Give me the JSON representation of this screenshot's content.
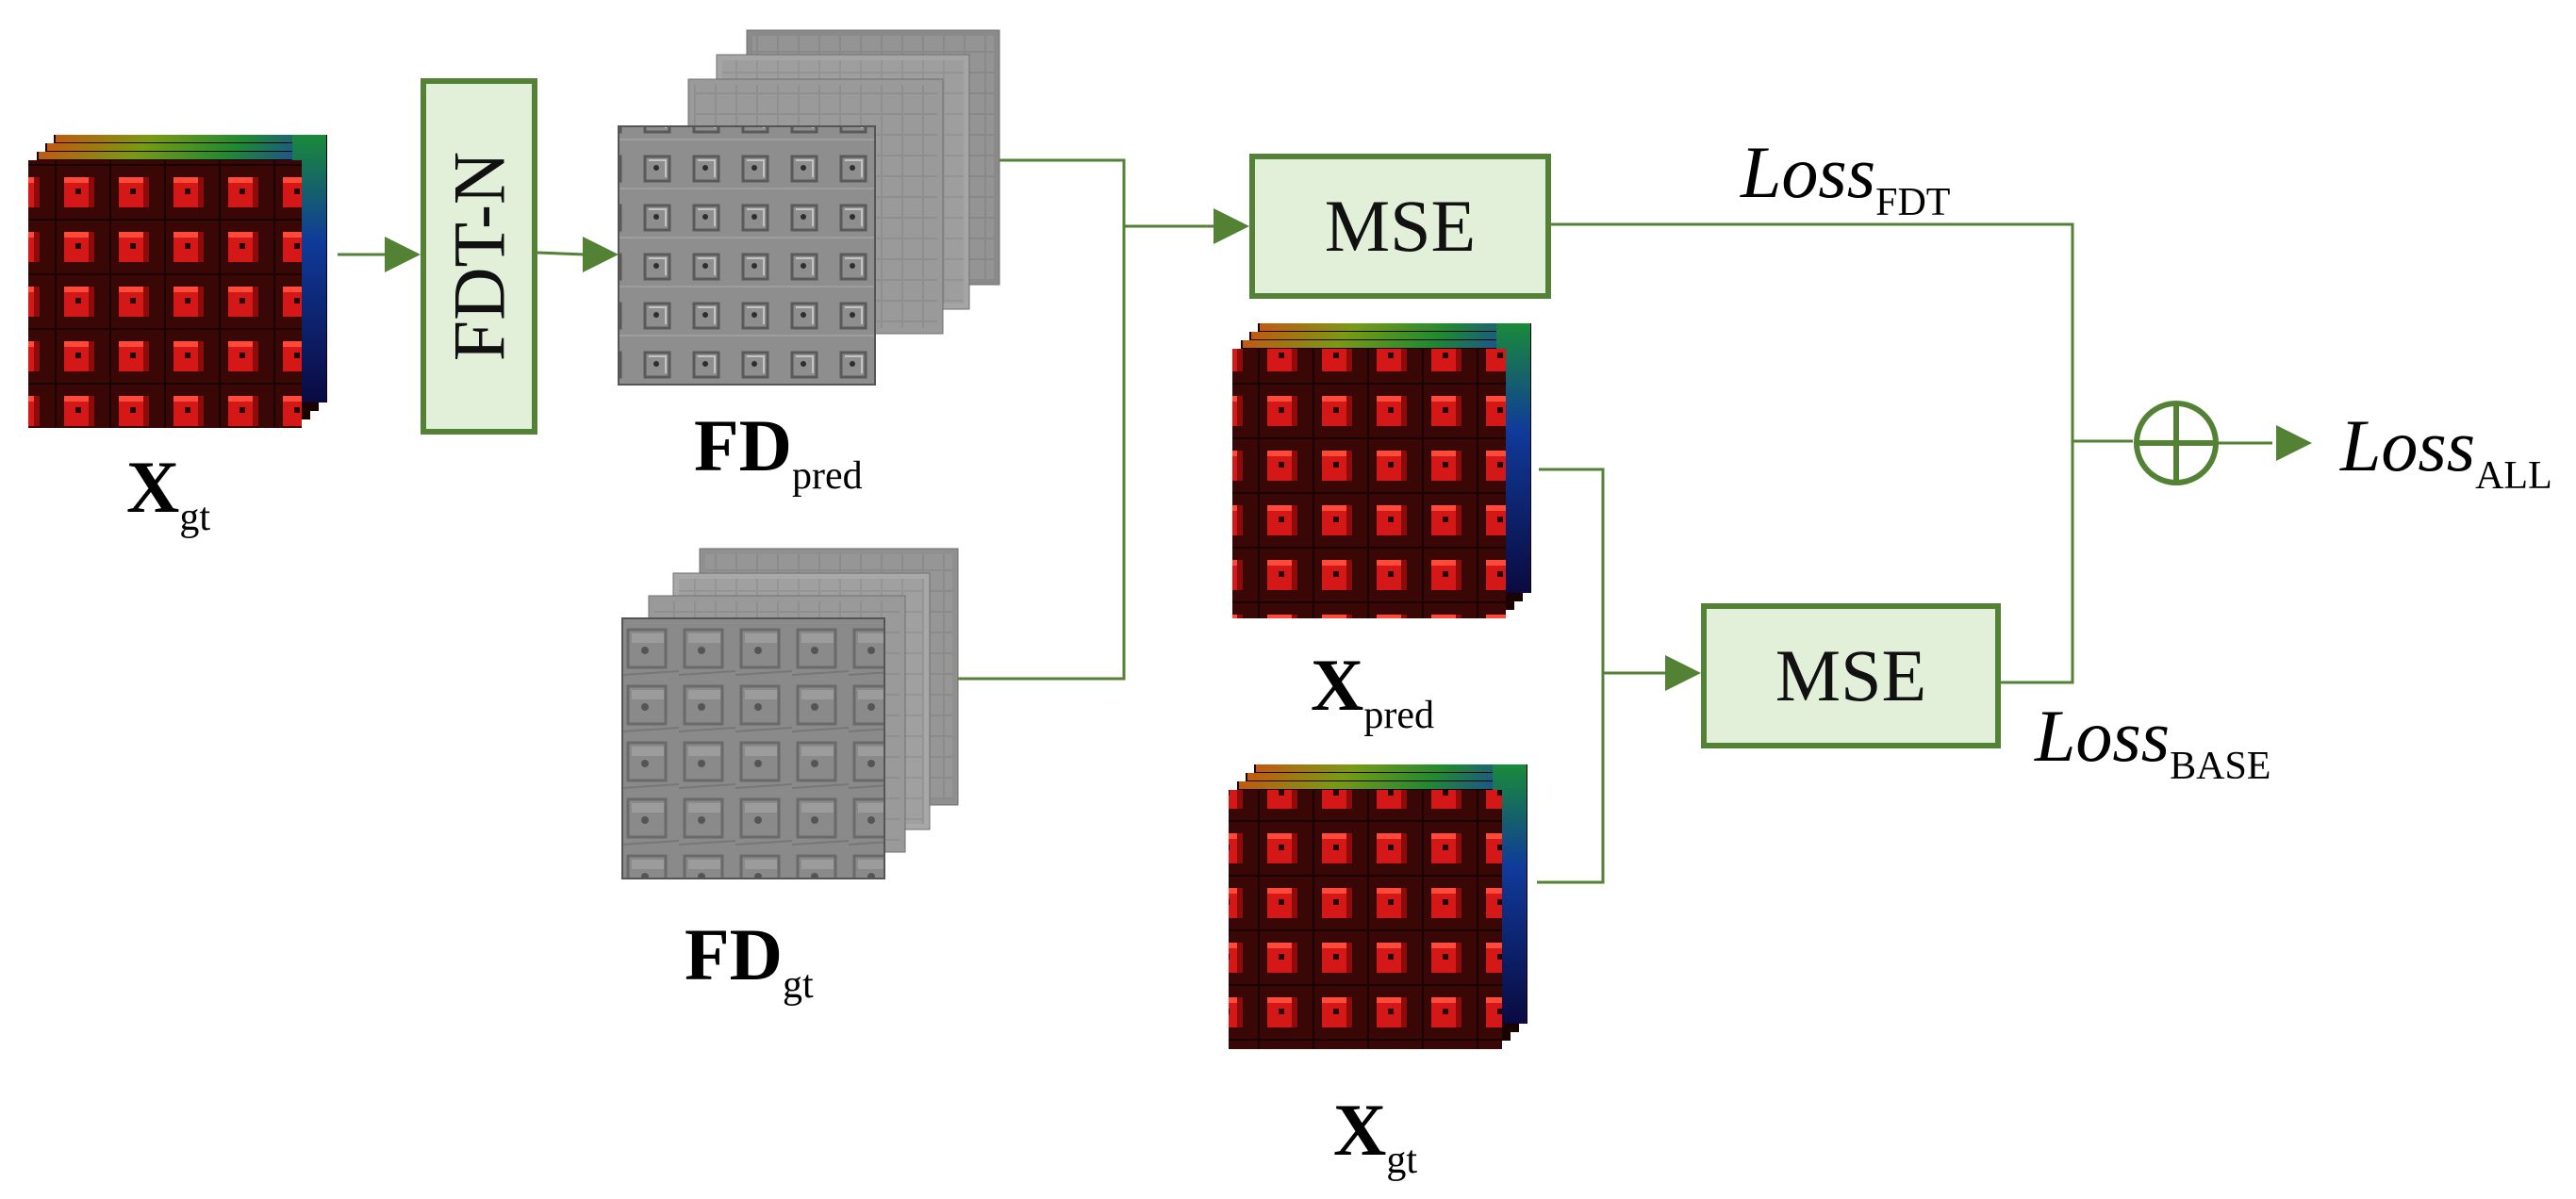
{
  "colors": {
    "connector": "#548235",
    "box_fill": "#e2efd9",
    "box_border": "#538135",
    "cube_red": "#d41818",
    "cube_dark": "#3a0707",
    "fd_gray": "#8a8a8a"
  },
  "blocks": {
    "fdt_n": "FDT-N",
    "mse_top": "MSE",
    "mse_bottom": "MSE",
    "sum_symbol": "⊕"
  },
  "labels": {
    "x_gt_left": {
      "main": "X",
      "sub": "gt"
    },
    "fd_pred": {
      "main": "FD",
      "sub": "pred"
    },
    "fd_gt": {
      "main": "FD",
      "sub": "gt"
    },
    "x_pred": {
      "main": "X",
      "sub": "pred"
    },
    "x_gt_bottom": {
      "main": "X",
      "sub": "gt"
    },
    "loss_fdt": {
      "main": "Loss",
      "sub": "FDT"
    },
    "loss_base": {
      "main": "Loss",
      "sub": "BASE"
    },
    "loss_all": {
      "main": "Loss",
      "sub": "ALL"
    }
  },
  "icons": {
    "input_cube": "rgb-image-stack-icon",
    "feature_stack": "grayscale-feature-stack-icon"
  }
}
